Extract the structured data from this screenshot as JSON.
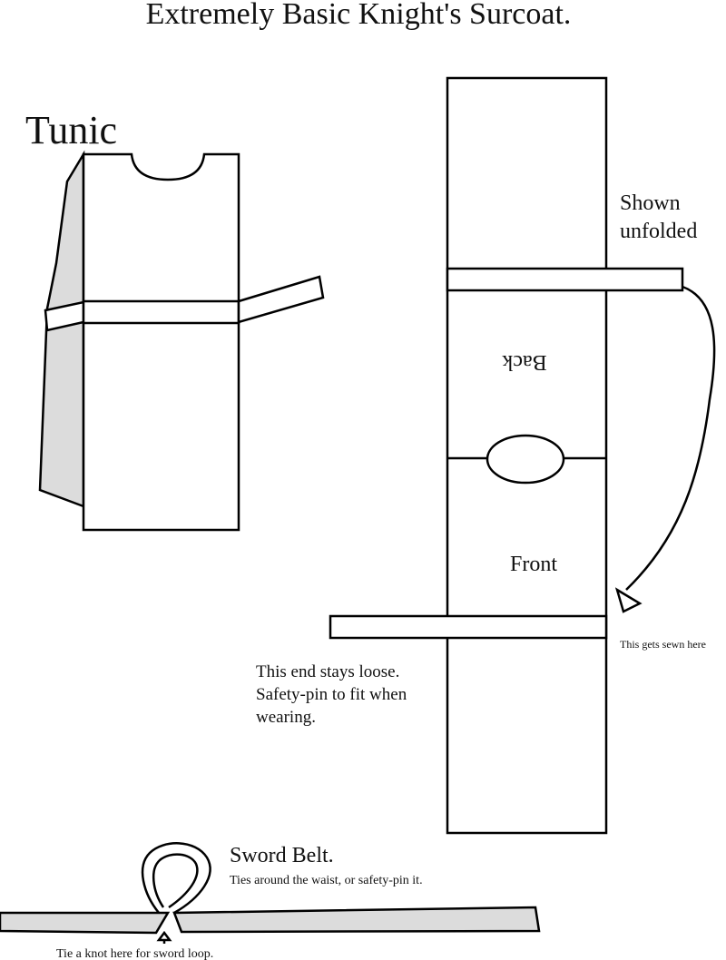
{
  "title": "Extremely Basic Knight's Surcoat.",
  "tunic": {
    "label": "Tunic"
  },
  "surcoat": {
    "shown_unfolded": [
      "Shown",
      "unfolded"
    ],
    "back_label": "Back",
    "front_label": "Front",
    "sewn_note": "This gets sewn here",
    "loose_note": [
      "This end stays loose.",
      "Safety-pin to fit when",
      "wearing."
    ]
  },
  "sword_belt": {
    "title": "Sword Belt.",
    "note": "Ties around the waist, or safety-pin it.",
    "knot_note": "Tie a knot here for sword loop."
  }
}
